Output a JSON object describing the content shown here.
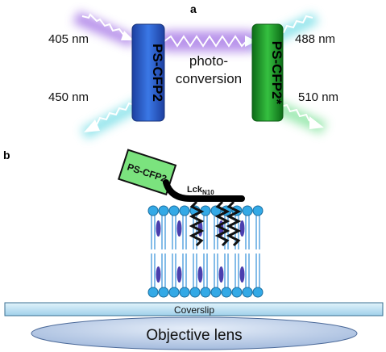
{
  "panel_a": {
    "label": "a",
    "wavelengths": {
      "excite_left": "405 nm",
      "emit_left": "450 nm",
      "excite_right": "488 nm",
      "emit_right": "510 nm"
    },
    "protein_before": "PS-CFP2",
    "protein_after": "PS-CFP2*",
    "process_line1": "photo-",
    "process_line2": "conversion",
    "colors": {
      "violet": "#a779e6",
      "blue_box": "#2b5fd0",
      "green_box": "#1f9a2c",
      "cyan_glow": "#7fe0e8",
      "green_glow": "#8fe6a6"
    }
  },
  "panel_b": {
    "label": "b",
    "protein_label": "PS-CFP2",
    "anchor_label_main": "Lck",
    "anchor_label_sub": "N10",
    "coverslip_label": "Coverslip",
    "objective_label": "Objective lens",
    "colors": {
      "lipid_head": "#33a9e6",
      "lipid_tail": "#5aa6e0",
      "cholesterol": "#4a3fae",
      "protein_box": "#7be37e",
      "coverslip": "#bde0f0",
      "objective": "#b9cce6"
    }
  }
}
